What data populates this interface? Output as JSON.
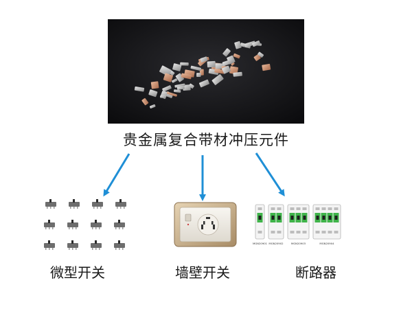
{
  "source": {
    "label": "贵金属复合带材冲压元件",
    "image_icon": "metal-stamping-parts-photo"
  },
  "targets": [
    {
      "label": "微型开关",
      "image_icon": "micro-switch-grid-photo"
    },
    {
      "label": "墙壁开关",
      "image_icon": "wall-socket-photo"
    },
    {
      "label": "断路器",
      "image_icon": "circuit-breaker-row-photo"
    }
  ],
  "breaker_labels": [
    "MGN20901",
    "MGN20902",
    "MGN20903",
    "MGN20904"
  ],
  "colors": {
    "arrow": "#1f8fd6",
    "photo_bg": "#16161a",
    "breaker_green": "#3fb34a"
  }
}
